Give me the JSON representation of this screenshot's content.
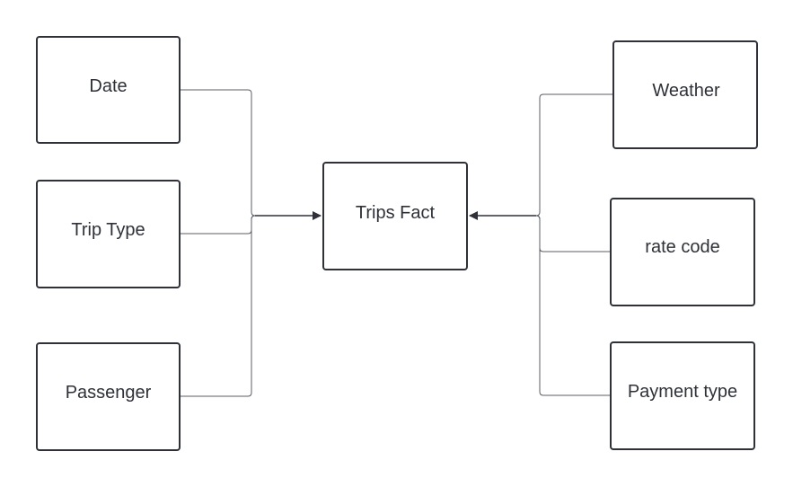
{
  "diagram": {
    "nodes": {
      "date": "Date",
      "trip_type": "Trip Type",
      "passenger": "Passenger",
      "trips_fact": "Trips Fact",
      "weather": "Weather",
      "rate_code": "rate code",
      "payment_type": "Payment type"
    },
    "edges": [
      {
        "from": "Date",
        "to": "Trips Fact"
      },
      {
        "from": "Trip Type",
        "to": "Trips Fact"
      },
      {
        "from": "Passenger",
        "to": "Trips Fact"
      },
      {
        "from": "Weather",
        "to": "Trips Fact"
      },
      {
        "from": "rate code",
        "to": "Trips Fact"
      },
      {
        "from": "Payment type",
        "to": "Trips Fact"
      }
    ],
    "colors": {
      "stroke": "#2e3138",
      "connector": "#5a5e66",
      "background": "#ffffff"
    }
  }
}
